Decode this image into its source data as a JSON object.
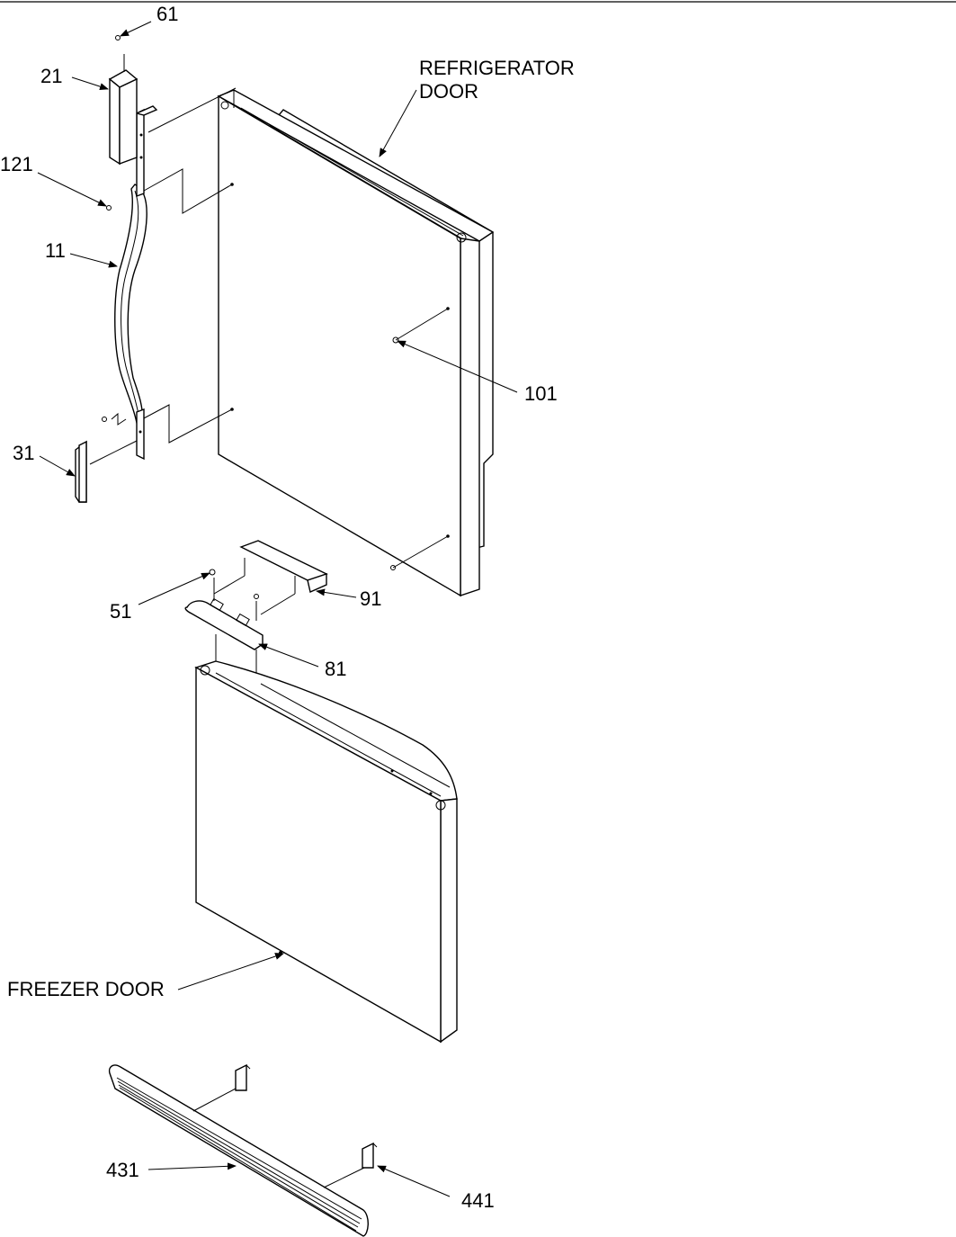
{
  "diagram": {
    "callouts": {
      "p61": "61",
      "p21": "21",
      "p121": "121",
      "p11": "11",
      "p31": "31",
      "p101": "101",
      "p51": "51",
      "p91": "91",
      "p81": "81",
      "p431": "431",
      "p441": "441"
    },
    "labels": {
      "refrigerator_door": "REFRIGERATOR\nDOOR",
      "freezer_door": "FREEZER DOOR"
    }
  }
}
